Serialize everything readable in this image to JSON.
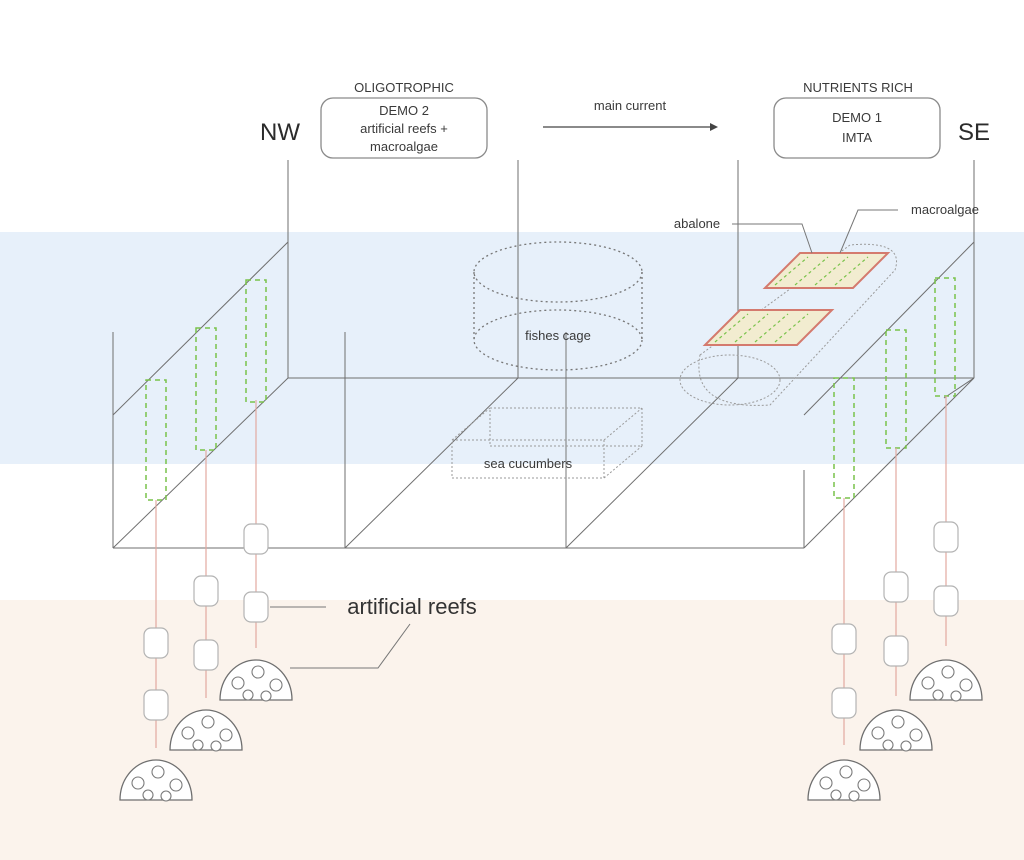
{
  "labels": {
    "nw": "NW",
    "se": "SE",
    "oligotrophic": "OLIGOTROPHIC",
    "demo2_line1": "DEMO 2",
    "demo2_line2": "artificial reefs +",
    "demo2_line3": "macroalgae",
    "main_current": "main current",
    "nutrients_rich": "NUTRIENTS RICH",
    "demo1_line1": "DEMO 1",
    "demo1_line2": "IMTA",
    "abalone": "abalone",
    "macroalgae": "macroalgae",
    "fishes_cage": "fishes cage",
    "sea_cucumbers": "sea cucumbers",
    "artificial_reefs": "artificial reefs"
  },
  "colors": {
    "water": "#e7f0fa",
    "seabed": "#fbf3ec",
    "algae": "#79c24a",
    "rope": "#e3a9a0",
    "tray": "#d47a6e"
  }
}
